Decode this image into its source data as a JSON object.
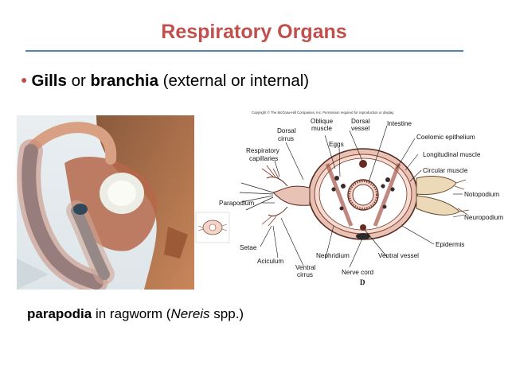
{
  "slide": {
    "title": "Respiratory Organs",
    "bullet": {
      "gills": "Gills",
      "or": " or ",
      "branchia": "branchia",
      "rest": " (external or internal)"
    },
    "caption": {
      "parapodia": "parapodia",
      "in_ragworm": " in ragworm (",
      "nereis": "Nereis",
      "spp": " spp.)"
    }
  },
  "diagram": {
    "copyright": "Copyright © The McGraw-Hill Companies, Inc. Permission required for reproduction or display.",
    "panel_letter": "D",
    "labels": {
      "dorsal_cirrus_1": "Dorsal",
      "dorsal_cirrus_2": "cirrus",
      "oblique_muscle_1": "Oblique",
      "oblique_muscle_2": "muscle",
      "dorsal_vessel_1": "Dorsal",
      "dorsal_vessel_2": "vessel",
      "intestine": "Intestine",
      "coelomic_epithelium": "Coelomic epithelium",
      "eggs": "Eggs",
      "respiratory_capillaries_1": "Respiratory",
      "respiratory_capillaries_2": "capillaries",
      "longitudinal_muscle": "Longitudinal muscle",
      "circular_muscle": "Circular muscle",
      "parapodium": "Parapodium",
      "notopodium": "Notopodium",
      "neuropodium": "Neuropodium",
      "setae": "Setae",
      "epidermis": "Epidermis",
      "aciculum": "Aciculum",
      "nephridium": "Nephridium",
      "ventral_vessel": "Ventral vessel",
      "ventral_cirrus_1": "Ventral",
      "ventral_cirrus_2": "cirrus",
      "nerve_cord": "Nerve cord"
    }
  }
}
